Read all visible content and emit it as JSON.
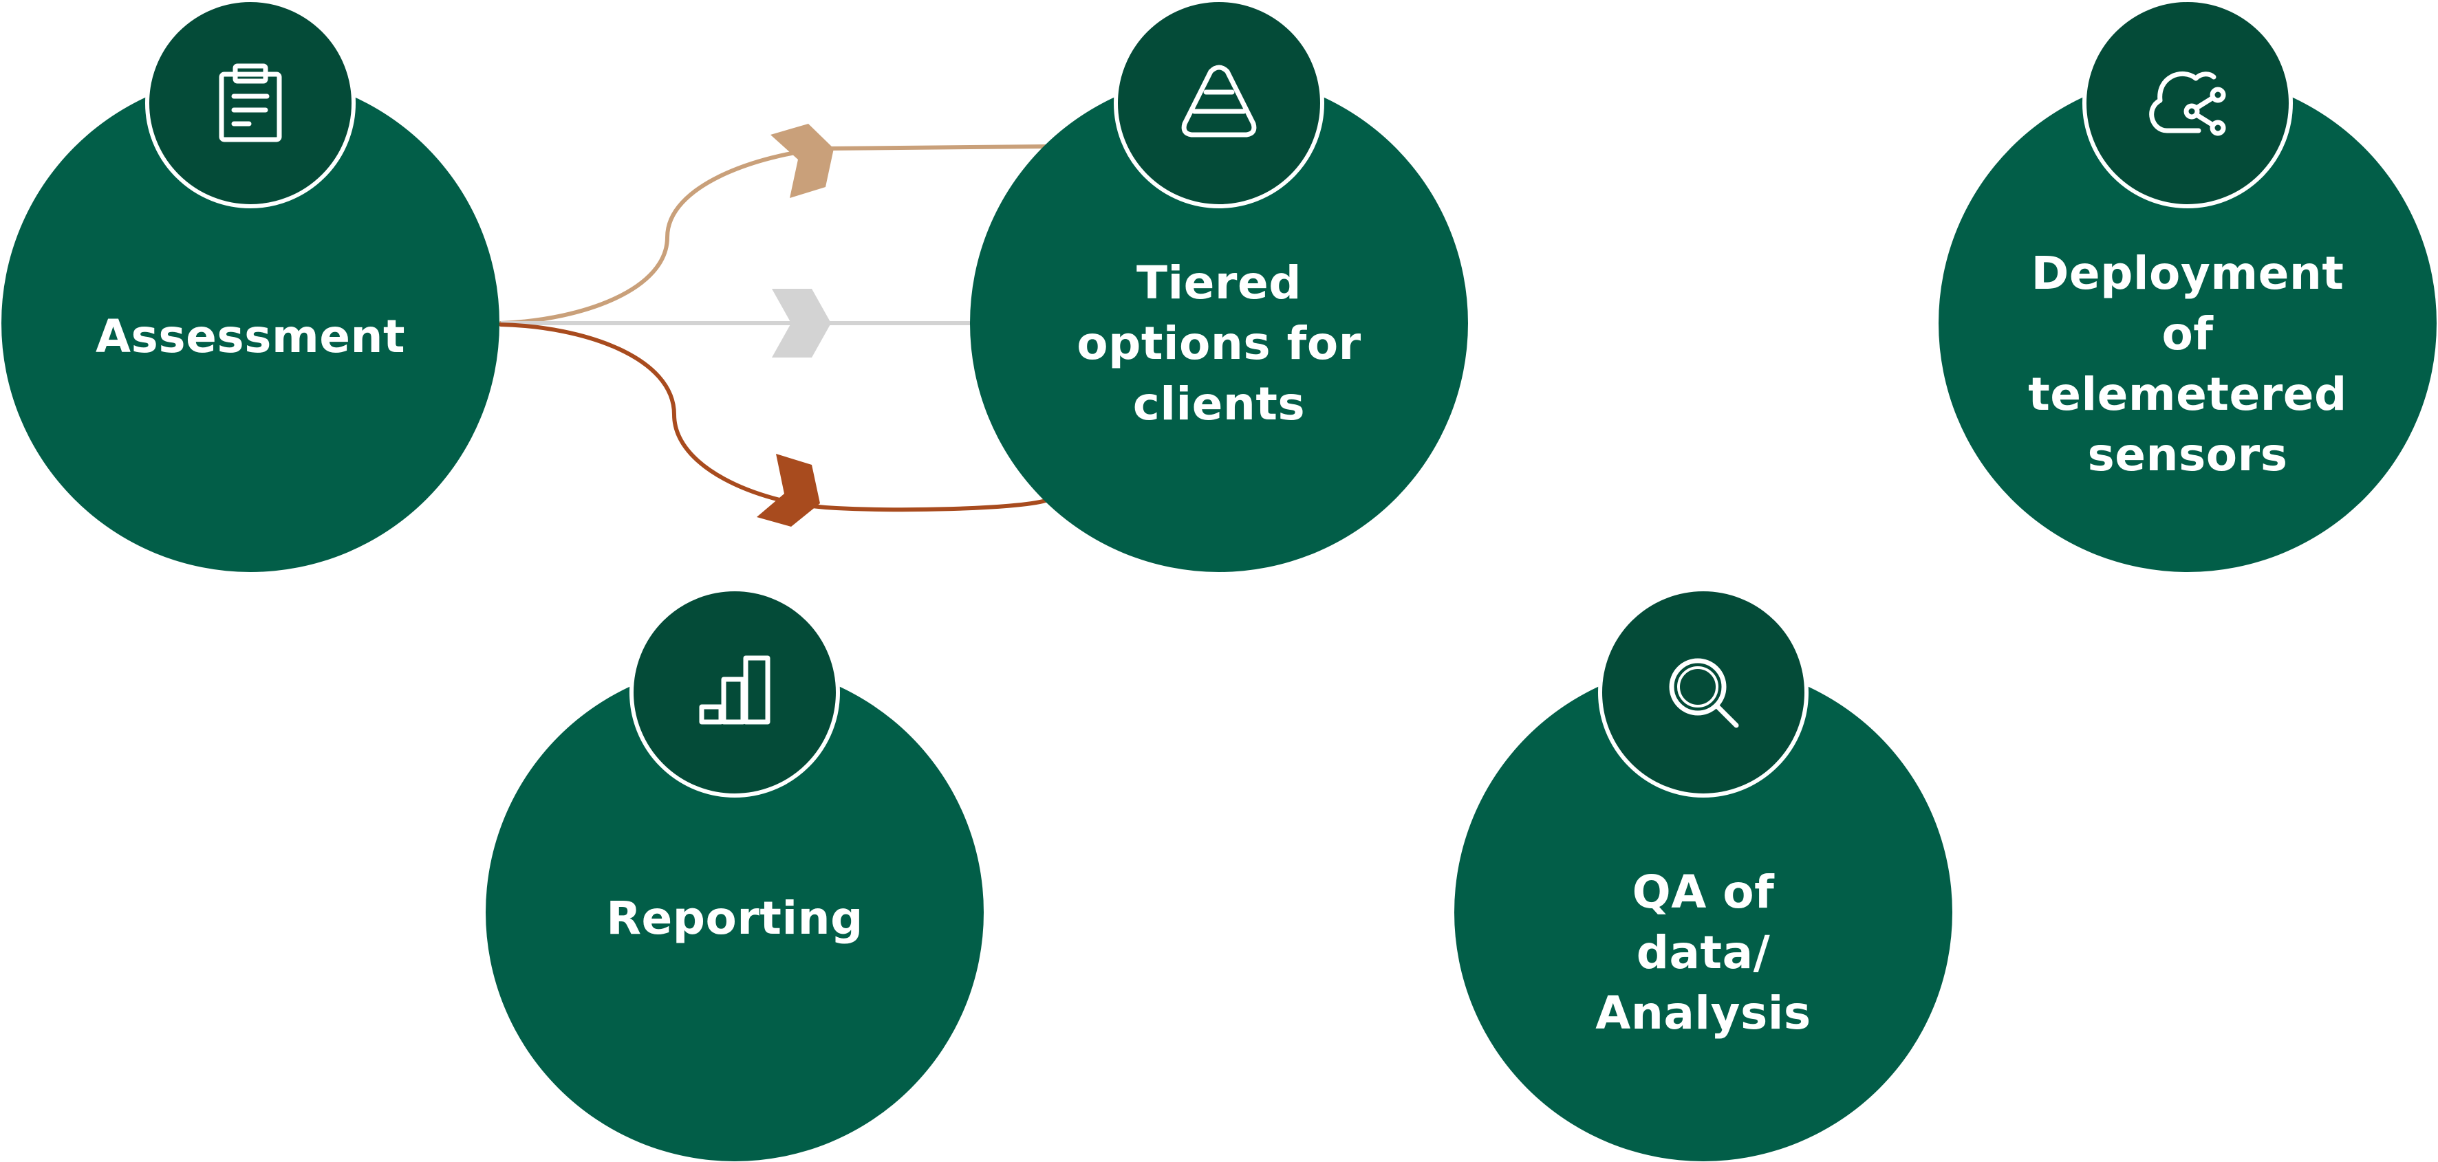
{
  "colors": {
    "circle": "#025e48",
    "badge": "#044b38",
    "outline": "#ffffff",
    "arrow_top": "#c9a07a",
    "arrow_middle": "#d3d3d3",
    "arrow_bottom": "#a84b1e"
  },
  "steps": [
    {
      "id": "assessment",
      "label": "Assessment",
      "icon": "clipboard-icon"
    },
    {
      "id": "tiered-options",
      "label": "Tiered\noptions for\nclients",
      "icon": "pyramid-icon"
    },
    {
      "id": "deployment",
      "label": "Deployment\nof\ntelemetered\nsensors",
      "icon": "cloud-network-icon"
    },
    {
      "id": "reporting",
      "label": "Reporting",
      "icon": "bar-chart-icon"
    },
    {
      "id": "qa-analysis",
      "label": "QA of\ndata/\nAnalysis",
      "icon": "magnifier-icon"
    }
  ]
}
